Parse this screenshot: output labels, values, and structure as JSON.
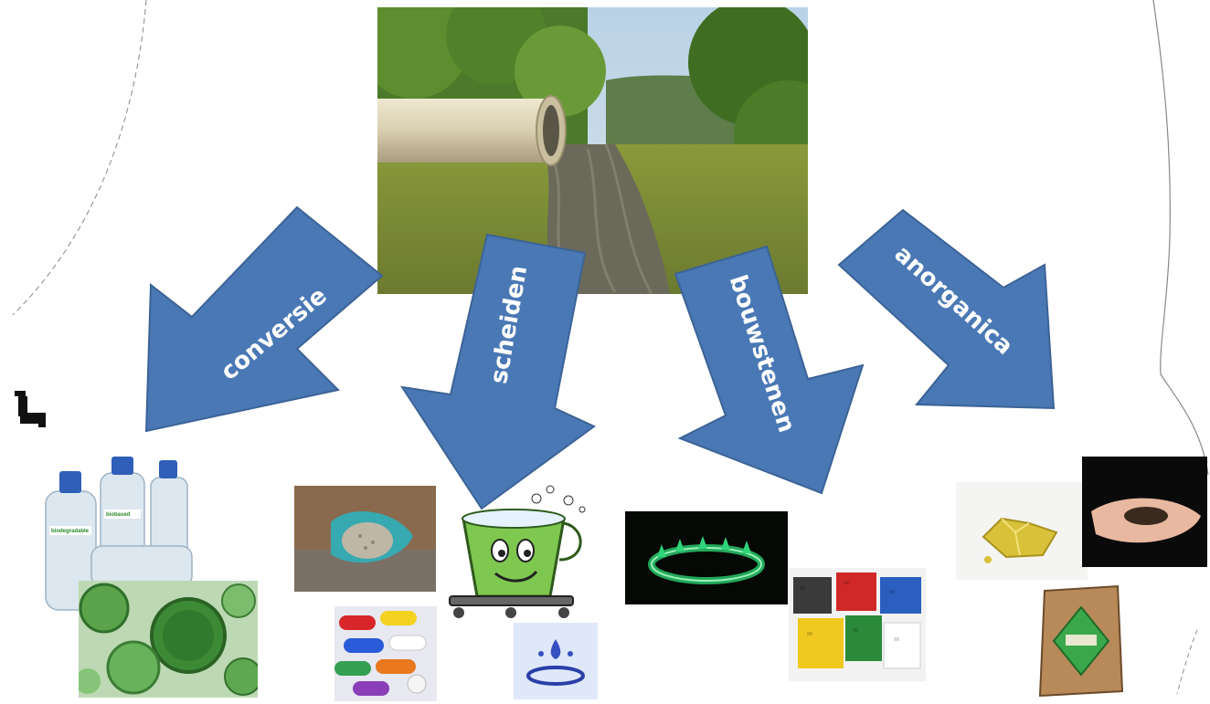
{
  "arrows": [
    {
      "label": "conversie"
    },
    {
      "label": "scheiden"
    },
    {
      "label": "bouwstenen"
    },
    {
      "label": "anorganica"
    }
  ],
  "colors": {
    "arrow_fill": "#4a78b5",
    "arrow_stroke": "#3b6396",
    "algae_green": "#3d9a3d",
    "flame_green": "#29c46a",
    "gold": "#d9c23a"
  },
  "icons": [
    "wastewater-pipe-photo",
    "water-bottles-icon",
    "algae-cells-photo",
    "granules-glove-photo",
    "cartoon-bucket-icon",
    "pills-photo",
    "water-drop-splash-icon",
    "gas-flame-photo",
    "plastic-pellets-photo",
    "sulfur-crystals-photo",
    "soil-in-hands-photo",
    "fertilizer-bag-icon",
    "faucet-icon"
  ]
}
